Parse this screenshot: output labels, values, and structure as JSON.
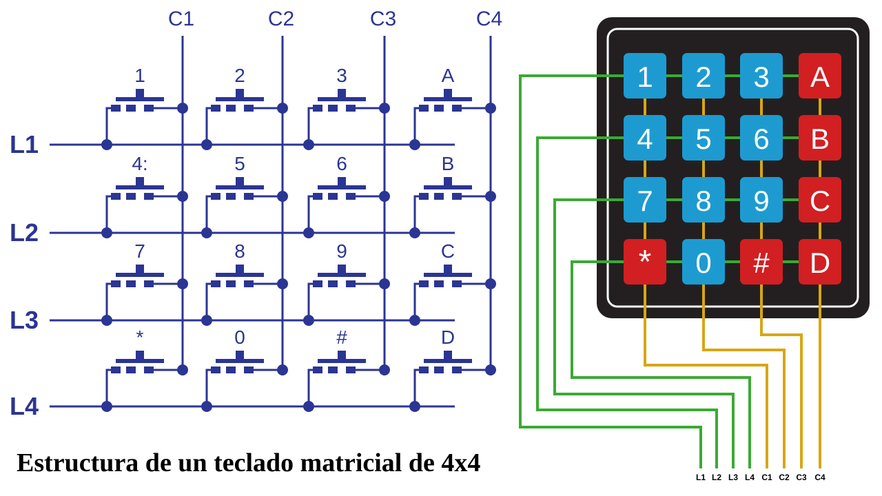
{
  "schematic": {
    "columns": [
      "C1",
      "C2",
      "C3",
      "C4"
    ],
    "rows": [
      "L1",
      "L2",
      "L3",
      "L4"
    ],
    "keys": [
      [
        "1",
        "2",
        "3",
        "A"
      ],
      [
        "4:",
        "5",
        "6",
        "B"
      ],
      [
        "7",
        "8",
        "9",
        "C"
      ],
      [
        "*",
        "0",
        "#",
        "D"
      ]
    ]
  },
  "keypad": {
    "keys": [
      [
        "1",
        "2",
        "3",
        "A"
      ],
      [
        "4",
        "5",
        "6",
        "B"
      ],
      [
        "7",
        "8",
        "9",
        "C"
      ],
      [
        "*",
        "0",
        "#",
        "D"
      ]
    ],
    "pins": [
      "L1",
      "L2",
      "L3",
      "L4",
      "C1",
      "C2",
      "C3",
      "C4"
    ]
  },
  "colors": {
    "wire": "#2b3593",
    "key_blue": "#1d9bd1",
    "key_red": "#d21f22",
    "keypad_body": "#231f20",
    "row_wire": "#3aaa35",
    "col_wire": "#d8a616"
  },
  "caption": "Estructura de un teclado matricial de 4x4"
}
